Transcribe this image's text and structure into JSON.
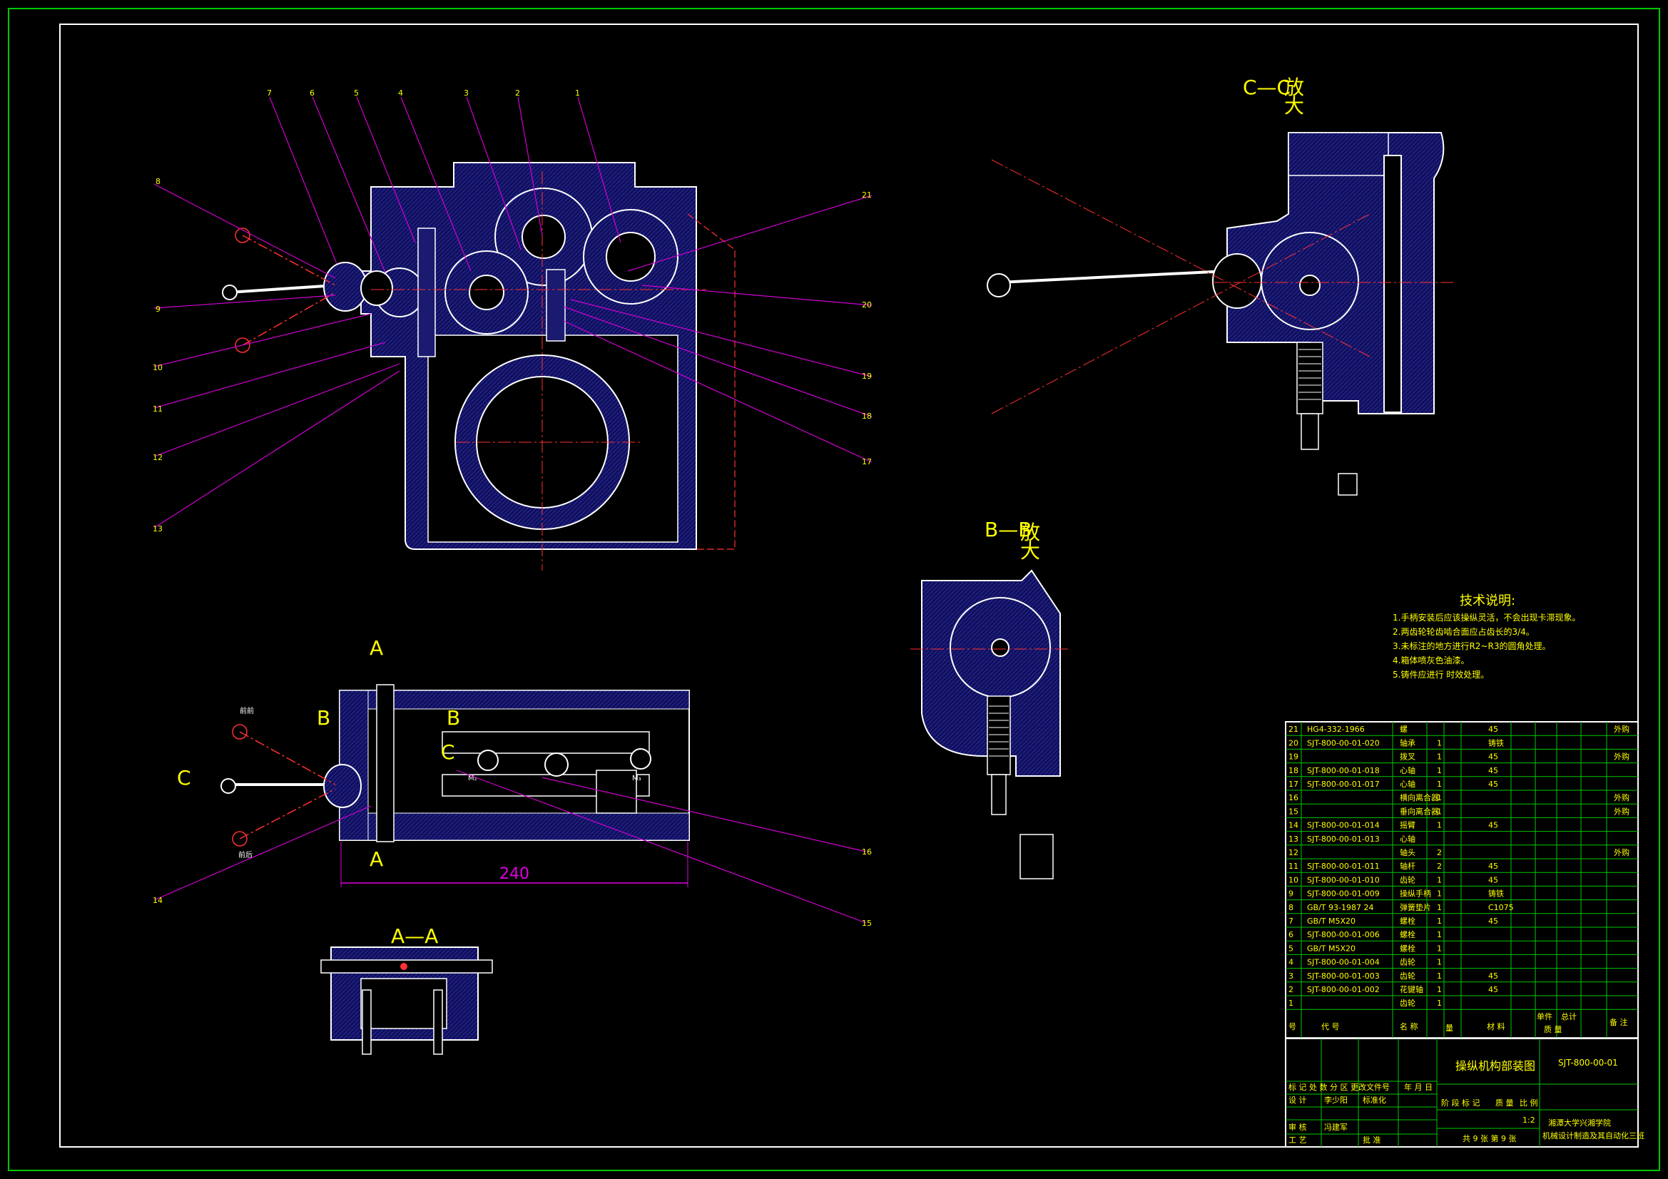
{
  "sections": {
    "cc": {
      "label": "C—C",
      "suffix": "放",
      "suffix2": "大"
    },
    "bb": {
      "label": "B—B",
      "suffix": "放",
      "suffix2": "大"
    },
    "aa": {
      "label": "A—A"
    },
    "cut_a": "A",
    "cut_b": "B",
    "cut_c": "C",
    "cut_m1": "M₂",
    "cut_m2": "M₃"
  },
  "side_labels": {
    "top": "前前",
    "bottom": "前后"
  },
  "dimension_240": "240",
  "balloons_left": [
    "8",
    "9",
    "10",
    "11",
    "12",
    "13"
  ],
  "balloons_top": [
    "7",
    "6",
    "5",
    "4",
    "3",
    "2",
    "1"
  ],
  "balloons_right": [
    "21",
    "20",
    "19",
    "18",
    "17"
  ],
  "balloons_bottom": [
    "14",
    "16",
    "15"
  ],
  "tech_notes": {
    "title": "技术说明:",
    "items": [
      "1.手柄安装后应该操纵灵活，不会出现卡滞现象。",
      "2.两齿轮轮齿啮合面应占齿长的3/4。",
      "3.未标注的地方进行R2~R3的圆角处理。",
      "4.箱体喷灰色油漆。",
      "5.铸件应进行 时效处理。"
    ]
  },
  "bom": {
    "rows": [
      {
        "no": "21",
        "code": "HG4-332-1966",
        "name": "螺",
        "qty": "",
        "mat": "45",
        "note": "外购"
      },
      {
        "no": "20",
        "code": "SJT-800-00-01-020",
        "name": "轴承",
        "qty": "1",
        "mat": "铸铁",
        "note": ""
      },
      {
        "no": "19",
        "code": "",
        "name": "拨叉",
        "qty": "1",
        "mat": "45",
        "note": "外购"
      },
      {
        "no": "18",
        "code": "SJT-800-00-01-018",
        "name": "心轴",
        "qty": "1",
        "mat": "45",
        "note": ""
      },
      {
        "no": "17",
        "code": "SJT-800-00-01-017",
        "name": "心轴",
        "qty": "1",
        "mat": "45",
        "note": ""
      },
      {
        "no": "16",
        "code": "",
        "name": "横向离合器",
        "qty": "1",
        "mat": "",
        "note": "外购"
      },
      {
        "no": "15",
        "code": "",
        "name": "垂向离合器",
        "qty": "1",
        "mat": "",
        "note": "外购"
      },
      {
        "no": "14",
        "code": "SJT-800-00-01-014",
        "name": "摇臂",
        "qty": "1",
        "mat": "45",
        "note": ""
      },
      {
        "no": "13",
        "code": "SJT-800-00-01-013",
        "name": "心轴",
        "qty": "",
        "mat": "",
        "note": ""
      },
      {
        "no": "12",
        "code": "",
        "name": "轴头",
        "qty": "2",
        "mat": "",
        "note": "外购"
      },
      {
        "no": "11",
        "code": "SJT-800-00-01-011",
        "name": "轴杆",
        "qty": "2",
        "mat": "45",
        "note": ""
      },
      {
        "no": "10",
        "code": "SJT-800-00-01-010",
        "name": "齿轮",
        "qty": "1",
        "mat": "45",
        "note": ""
      },
      {
        "no": "9",
        "code": "SJT-800-00-01-009",
        "name": "操纵手柄",
        "qty": "1",
        "mat": "铸铁",
        "note": ""
      },
      {
        "no": "8",
        "code": "GB/T 93-1987 24",
        "name": "弹簧垫片",
        "qty": "1",
        "mat": "C1075",
        "note": ""
      },
      {
        "no": "7",
        "code": "GB/T M5X20",
        "name": "螺栓",
        "qty": "1",
        "mat": "45",
        "note": ""
      },
      {
        "no": "6",
        "code": "SJT-800-00-01-006",
        "name": "螺栓",
        "qty": "1",
        "mat": "",
        "note": ""
      },
      {
        "no": "5",
        "code": "GB/T M5X20",
        "name": "螺栓",
        "qty": "1",
        "mat": "",
        "note": ""
      },
      {
        "no": "4",
        "code": "SJT-800-00-01-004",
        "name": "齿轮",
        "qty": "1",
        "mat": "",
        "note": ""
      },
      {
        "no": "3",
        "code": "SJT-800-00-01-003",
        "name": "齿轮",
        "qty": "1",
        "mat": "45",
        "note": ""
      },
      {
        "no": "2",
        "code": "SJT-800-00-01-002",
        "name": "花键轴",
        "qty": "1",
        "mat": "45",
        "note": ""
      },
      {
        "no": "1",
        "code": "",
        "name": "齿轮",
        "qty": "1",
        "mat": "",
        "note": ""
      }
    ],
    "header": {
      "no": "号",
      "code": "代    号",
      "name": "名  称",
      "qty": "量",
      "mat": "材  料",
      "w1": "单件",
      "w2": "总计",
      "weight": "质 量",
      "note": "备 注"
    }
  },
  "title_block": {
    "drawing_name": "操纵机构部装图",
    "drawing_no": "SJT-800-00-01",
    "row_mark": "标 记 处 数 分  区 更改文件号",
    "row_date": "年 月 日",
    "design": "设 计",
    "designer": "李少阳",
    "standard": "标准化",
    "check": "审 核",
    "checker": "冯建军",
    "process": "工 艺",
    "approve": "批 准",
    "stage": "阶 段 标 记",
    "weight": "质 量",
    "scale_label": "比 例",
    "scale": "1:2",
    "sheets": "共 9 张  第 9 张",
    "school": "湘潭大学兴湘学院",
    "major": "机械设计制造及其自动化三班"
  }
}
